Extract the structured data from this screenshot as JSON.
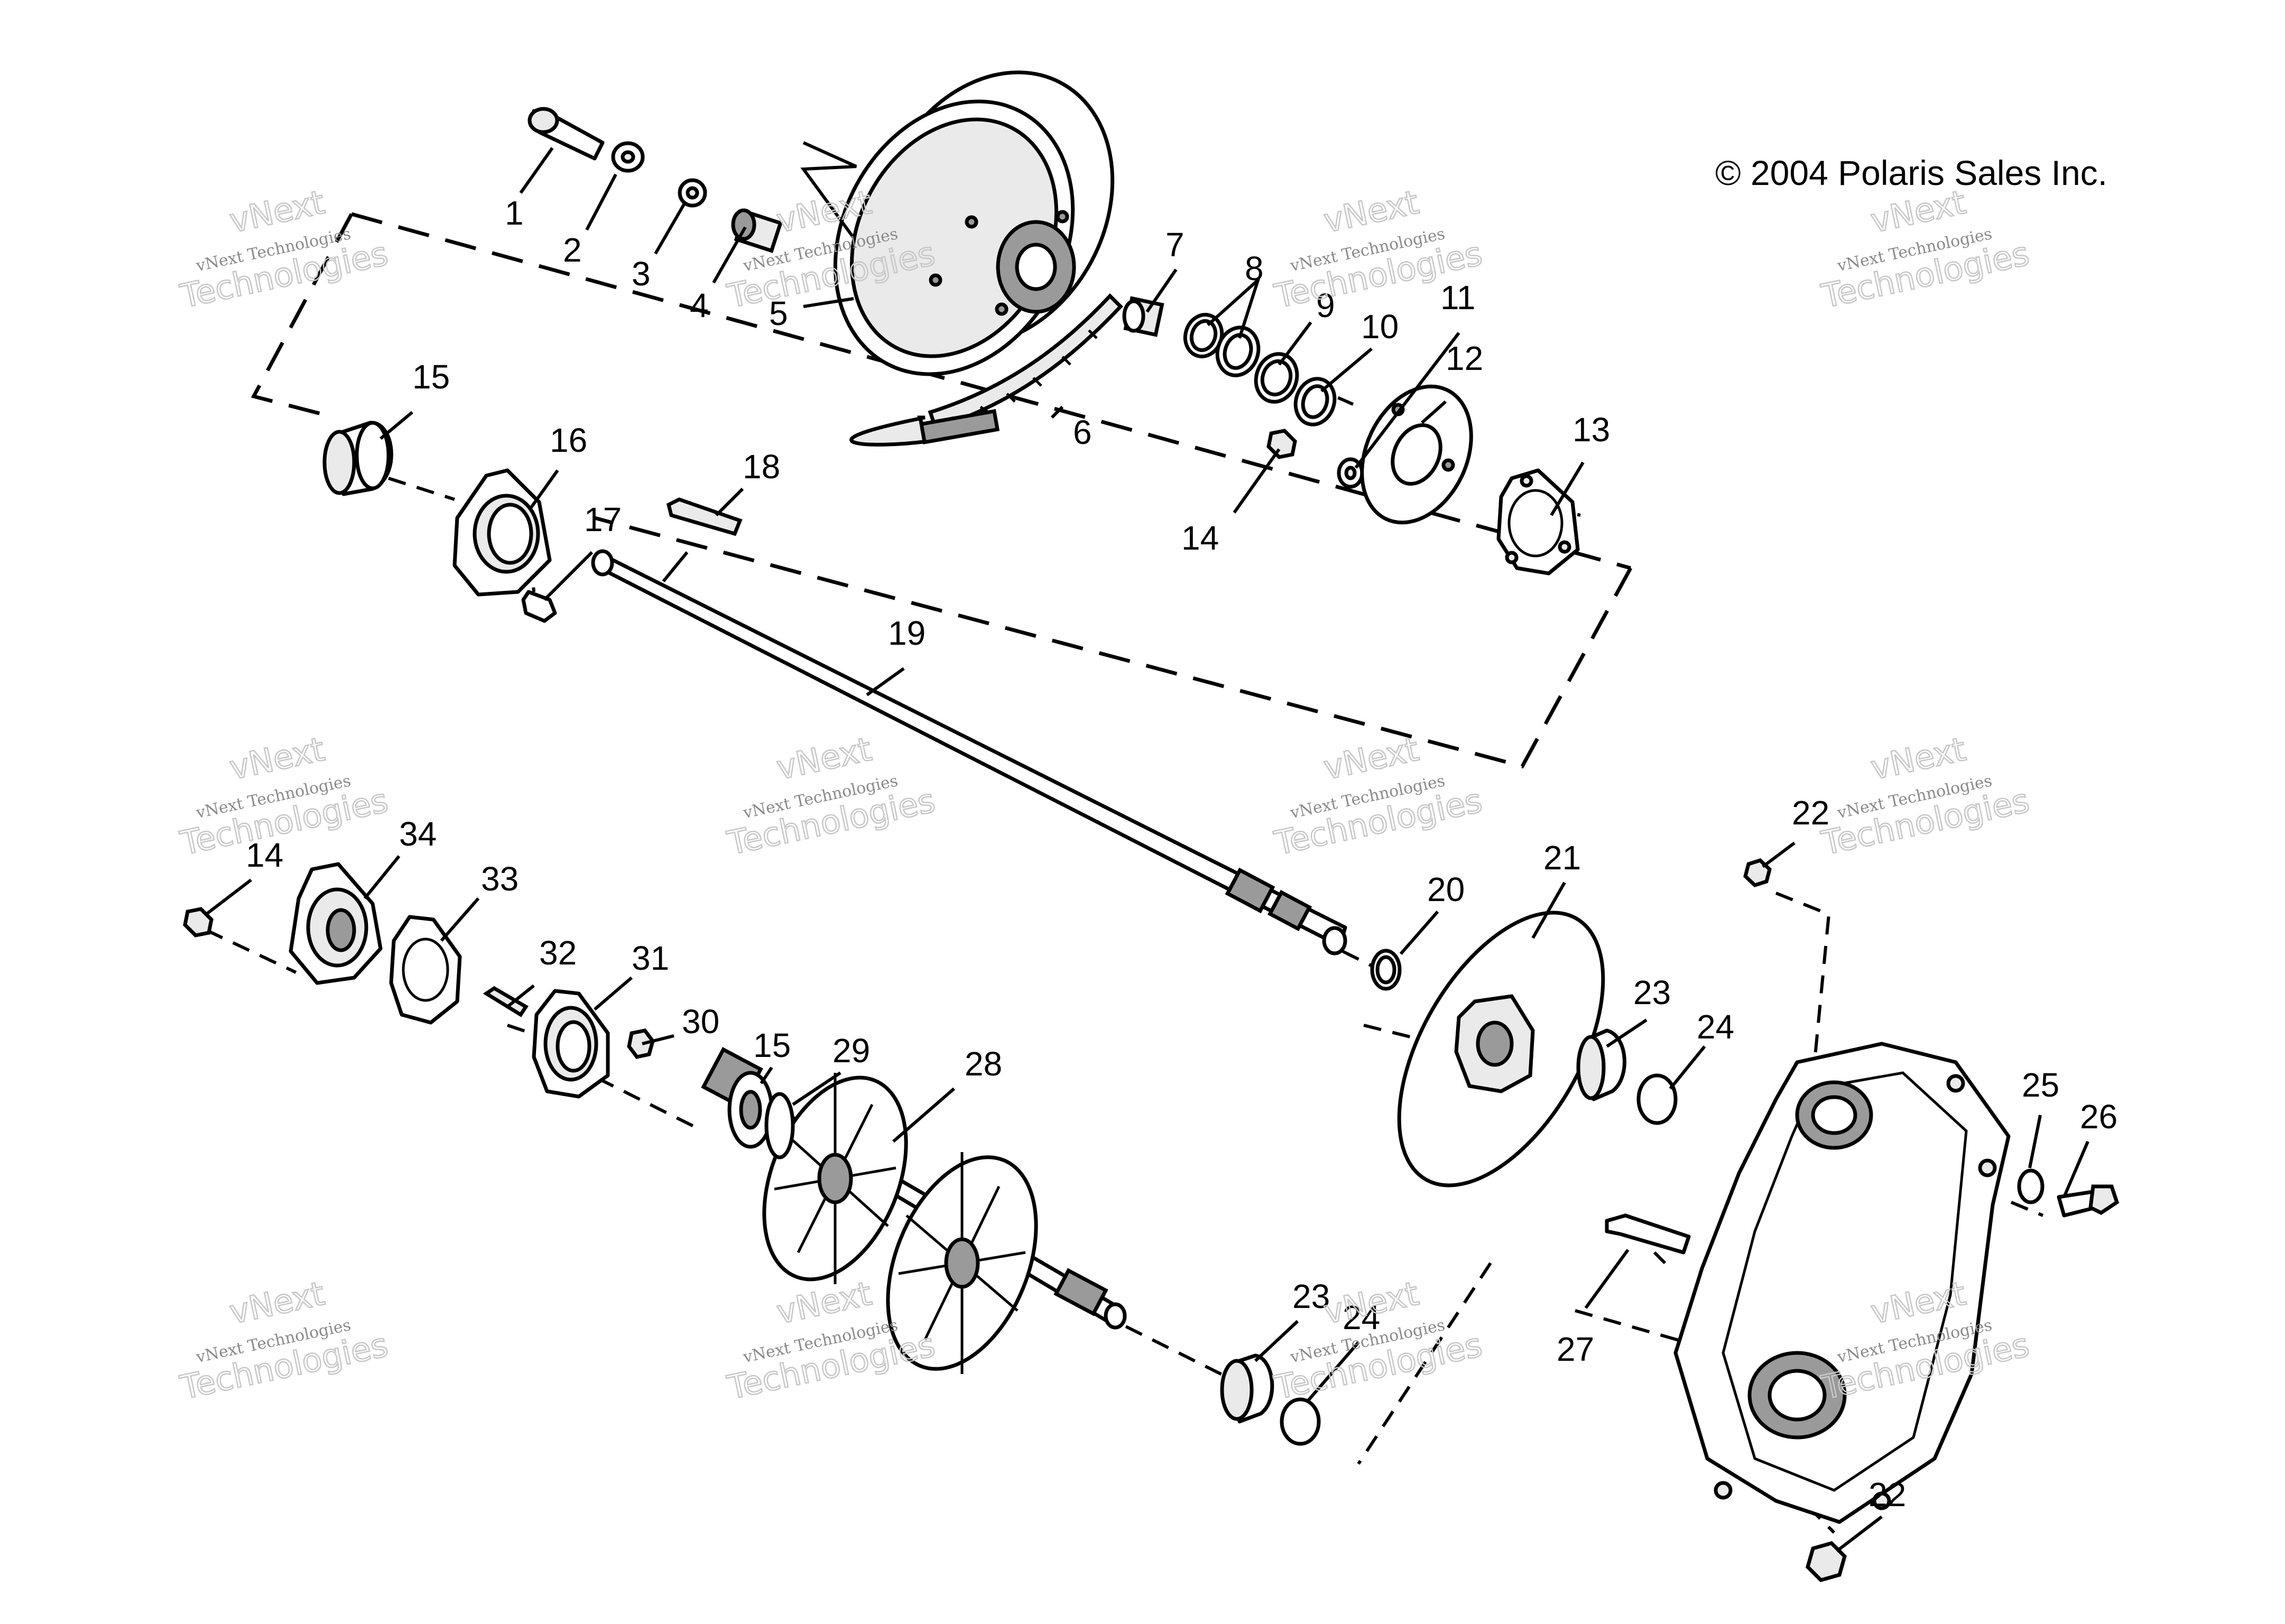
{
  "copyright": "© 2004 Polaris Sales Inc.",
  "watermark": {
    "line1": "vNext",
    "line2": "vNext Technologies",
    "line3": "Technologies"
  },
  "callouts": [
    "1",
    "2",
    "3",
    "4",
    "5",
    "6",
    "7",
    "8",
    "9",
    "10",
    "11",
    "12",
    "13",
    "14",
    "15",
    "16",
    "17",
    "18",
    "19",
    "20",
    "21",
    "22",
    "23",
    "24",
    "25",
    "26",
    "27",
    "28",
    "29",
    "30",
    "31",
    "32",
    "33",
    "34",
    "14",
    "15",
    "22",
    "23",
    "24"
  ]
}
